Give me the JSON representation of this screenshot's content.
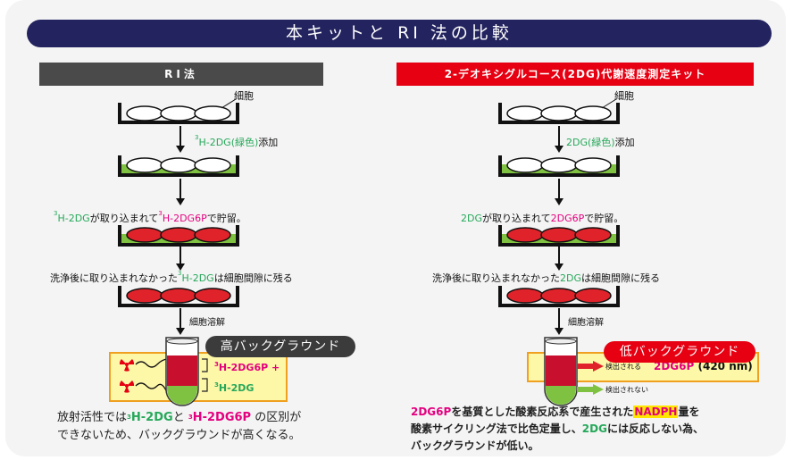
{
  "title": "本キットと RI 法の比較",
  "left": {
    "header": "RI法",
    "cell_label": "細胞",
    "step1_sup": "3",
    "step1_tracer": "H-2DG(緑色)",
    "step1_suffix": "添加",
    "step2_sup1": "3",
    "step2_tracer": "H-2DG",
    "step2_mid": "が取り込まれて",
    "step2_sup2": "3",
    "step2_product": "H-2DG6P",
    "step2_suffix": "で貯留。",
    "step3_prefix": "洗浄後に取り込まれなかった",
    "step3_sup": "3",
    "step3_tracer": "H-2DG",
    "step3_suffix": "は細胞間隙に残る",
    "lysis": "細胞溶解",
    "pill": "高バックグラウンド",
    "label_top_sup": "3",
    "label_top": "H-2DG6P +",
    "label_bottom_sup": "3",
    "label_bottom": "H-2DG",
    "desc_line1_prefix": "放射活性では",
    "desc_sup1": "3",
    "desc_item1": "H-2DG",
    "desc_and": "と ",
    "desc_sup2": "3",
    "desc_item2": "H-2DG6P",
    "desc_line1_suffix": " の区別が",
    "desc_line2": "できないため、バックグラウンドが高くなる。"
  },
  "right": {
    "header": "2-デオキシグルコース(2DG)代謝速度測定キット",
    "cell_label": "細胞",
    "step1_tracer": "2DG(緑色)",
    "step1_suffix": "添加",
    "step2_tracer": "2DG",
    "step2_mid": "が取り込まれて",
    "step2_product": "2DG6P",
    "step2_suffix": "で貯留。",
    "step3_prefix": "洗浄後に取り込まれなかった",
    "step3_tracer": "2DG",
    "step3_suffix": "は細胞間隙に残る",
    "lysis": "細胞溶解",
    "pill": "低バックグラウンド",
    "detected": "検出される",
    "detected_value": "2DG6P",
    "detected_nm": " (420 nm)",
    "not_detected": "検出されない",
    "desc_item1": "2DG6P",
    "desc_line1_mid": "を基質とした酸素反応系で産生された",
    "desc_nadph": "NADPH",
    "desc_line1_suffix": "量を",
    "desc_line2_prefix": "酸素サイクリング法で比色定量し、",
    "desc_item2": "2DG",
    "desc_line2_suffix": "には反応しない為、",
    "desc_line3": "バックグラウンドが低い。"
  },
  "colors": {
    "banner": "#23235f",
    "left_header": "#4a4a4a",
    "right_header": "#e60012",
    "green": "#26a85a",
    "pink": "#e4007f",
    "cell_red": "#e0222a",
    "medium_green": "#7fc241"
  }
}
